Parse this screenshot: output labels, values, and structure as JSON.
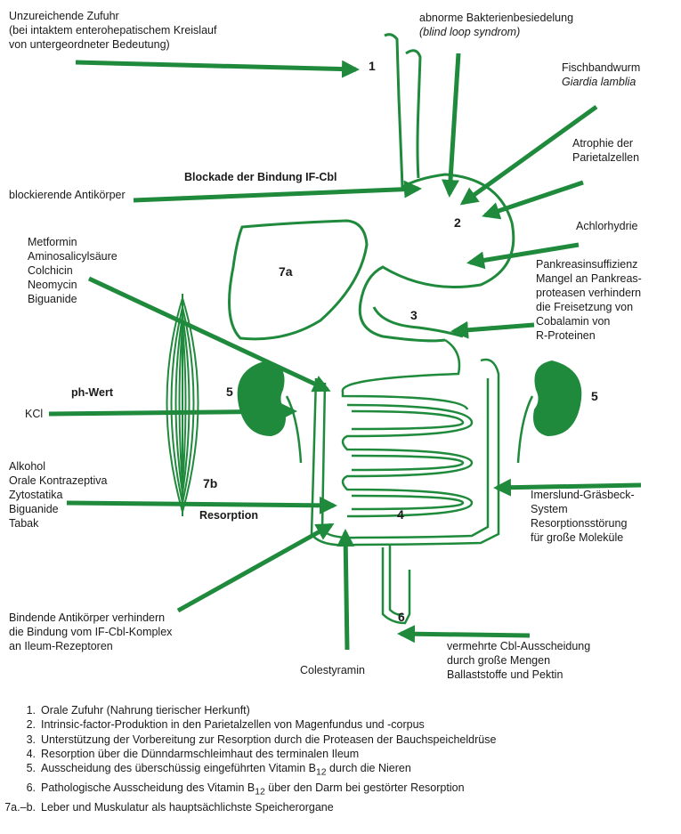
{
  "numbers": {
    "n1": "1",
    "n2": "2",
    "n3": "3",
    "n4": "4",
    "n5l": "5",
    "n5r": "5",
    "n6": "6",
    "n7a": "7a",
    "n7b": "7b"
  },
  "labels": {
    "unzureichende": [
      "Unzureichende Zufuhr",
      "(bei intaktem enterohepatischem Kreislauf",
      "von untergeordneter Bedeutung)"
    ],
    "abnorme": "abnorme Bakterienbesiedelung",
    "blind_loop": "(blind loop syndrom)",
    "fischbandwurm": "Fischbandwurm",
    "giardia": "Giardia lamblia",
    "atrophie": [
      "Atrophie der",
      "Parietalzellen"
    ],
    "blockade": "Blockade der Bindung IF-Cbl",
    "blockierende": "blockierende Antikörper",
    "achlorhydrie": "Achlorhydrie",
    "metformin": [
      "Metformin",
      "Aminosalicylsäure",
      "Colchicin",
      "Neomycin",
      "Biguanide"
    ],
    "pankreas": [
      "Pankreasinsuffizienz",
      "Mangel an Pankreas-",
      "proteasen verhindern",
      "die Freisetzung von",
      "Cobalamin von",
      "R-Proteinen"
    ],
    "phwert": "ph-Wert",
    "kcl": "KCl",
    "alkohol": [
      "Alkohol",
      "Orale Kontrazeptiva",
      "Zytostatika",
      "Biguanide",
      "Tabak"
    ],
    "resorption": "Resorption",
    "imerslund": [
      "Imerslund-Gräsbeck-",
      "System",
      "Resorptionsstörung",
      "für große Moleküle"
    ],
    "bindende": [
      "Bindende Antikörper verhindern",
      "die Bindung vom IF-Cbl-Komplex",
      "an Ileum-Rezeptoren"
    ],
    "colestyramin": "Colestyramin",
    "vermehrte": [
      "vermehrte Cbl-Ausscheidung",
      "durch große Mengen",
      "Ballaststoffe und Pektin"
    ]
  },
  "legend": [
    {
      "key": "1.",
      "text": "Orale Zufuhr (Nahrung tierischer Herkunft)"
    },
    {
      "key": "2.",
      "text": "Intrinsic-factor-Produktion in den Parietalzellen von Magenfundus und -corpus"
    },
    {
      "key": "3.",
      "text": "Unterstützung der Vorbereitung zur Resorption durch die Proteasen der Bauchspeicheldrüse"
    },
    {
      "key": "4.",
      "text": "Resorption über die Dünndarmschleimhaut des terminalen Ileum"
    },
    {
      "key": "5.",
      "text": "Ausscheidung des überschüssig eingeführten Vitamin B",
      "sub": "12",
      "after": " durch die Nieren"
    },
    {
      "key": "6.",
      "text": "Pathologische Ausscheidung des Vitamin B",
      "sub": "12",
      "after": " über den Darm bei gestörter Resorption"
    },
    {
      "key": "7a.–b.",
      "text": "Leber und Muskulatur als hauptsächlichste Speicherorgane"
    }
  ],
  "colors": {
    "arrow": "#1f8a3c",
    "organ": "#1f8a3c",
    "text": "#1a1a1a"
  }
}
